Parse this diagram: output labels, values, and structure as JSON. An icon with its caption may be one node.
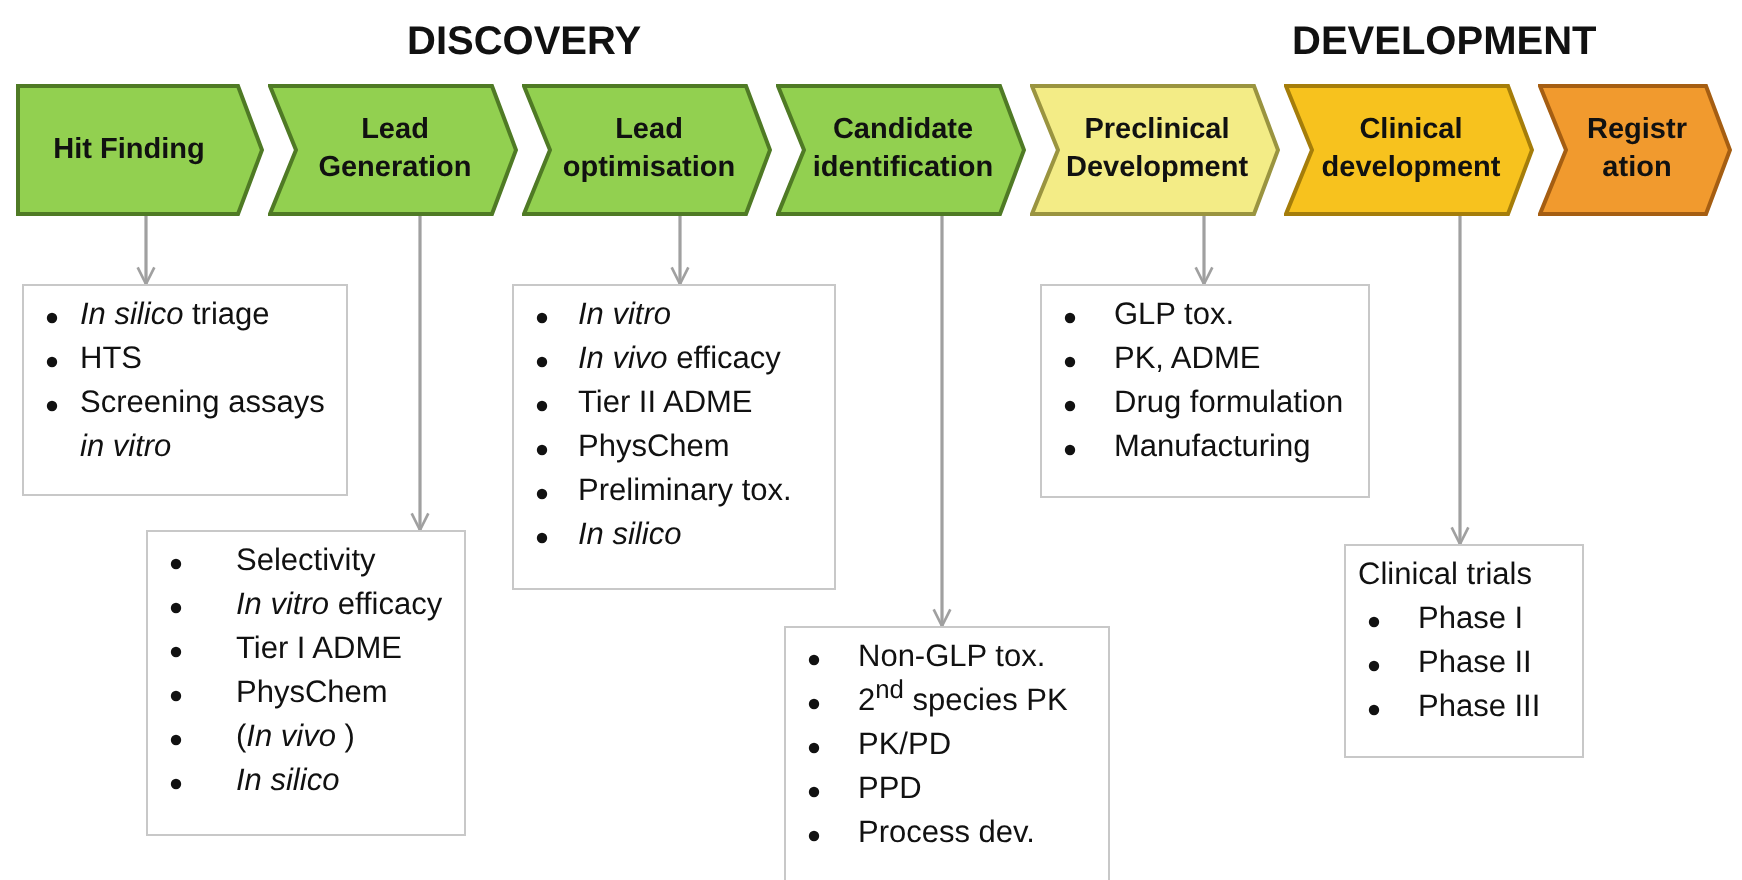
{
  "diagram": {
    "nodes": [
      {
        "text": [
          "Hit Finding"
        ]
      },
      {
        "text": [
          "Lead Generation"
        ]
      },
      {
        "text": [
          "Lead optimisation"
        ]
      },
      {
        "text": [
          "Candidate identification"
        ]
      },
      {
        "text": [
          "Preclinical Development"
        ]
      },
      {
        "text": [
          "Clinical development"
        ]
      },
      {
        "text": [
          "Registr ation"
        ]
      },
      {
        "text": [
          "*In silico* triage",
          "HTS",
          "Screening assays *in vitro*"
        ]
      },
      {
        "text": [
          "Selectivity",
          "*In vitro* efficacy",
          "Tier I ADME",
          "PhysChem",
          "(*In vivo* )",
          "*In silico*"
        ]
      },
      {
        "text": [
          "*In vitro*",
          "*In vivo* efficacy",
          "Tier II ADME",
          "PhysChem",
          "Preliminary tox.",
          "*In silico*"
        ]
      },
      {
        "text": [
          "Non-GLP tox.",
          "2$^{nd}$ species PK",
          "PK/PD",
          "PPD",
          "Process dev."
        ]
      },
      {
        "text": [
          "GLP tox.",
          "PK, ADME",
          "Drug formulation",
          "Manufacturing"
        ]
      },
      {
        "text": [
          "Clinical trials",
          "Phase I",
          "Phase II",
          "Phase III"
        ]
      }
    ],
    "edges": [
      {
        "from": 0,
        "to": 7,
        "arrow": "to"
      },
      {
        "from": 1,
        "to": 8,
        "arrow": "to"
      },
      {
        "from": 2,
        "to": 9,
        "arrow": "to"
      },
      {
        "from": 3,
        "to": 10,
        "arrow": "to"
      },
      {
        "from": 4,
        "to": 11,
        "arrow": "to"
      },
      {
        "from": 5,
        "to": 12,
        "arrow": "to"
      }
    ],
    "labels": [
      "DISCOVERY",
      "DEVELOPMENT"
    ]
  }
}
